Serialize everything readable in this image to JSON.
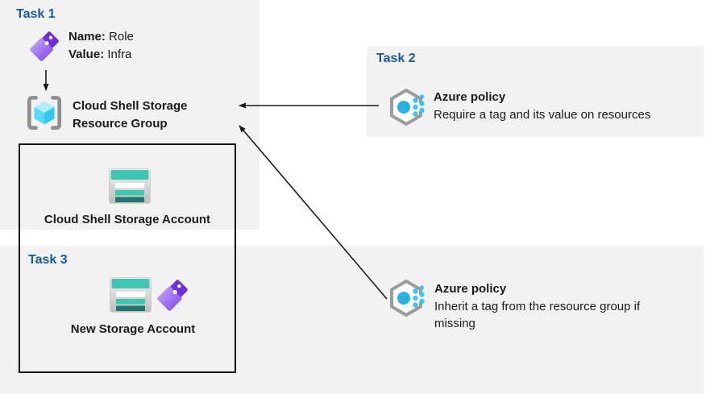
{
  "task1": {
    "label": "Task 1",
    "tag_name_label": "Name:",
    "tag_name_value": "Role",
    "tag_value_label": "Value:",
    "tag_value_value": "Infra",
    "resource_group_name": "Cloud Shell Storage Resource Group"
  },
  "task2": {
    "label": "Task 2",
    "policy_title": "Azure policy",
    "policy_description": "Require a tag and its value on resources"
  },
  "task3": {
    "label": "Task 3",
    "storage_account_name": "New Storage Account",
    "policy_title": "Azure policy",
    "policy_description": "Inherit a tag from the resource group if missing"
  },
  "resource_group_box": {
    "storage_account_name": "Cloud Shell Storage Account"
  },
  "arrows": [
    {
      "from": "tag",
      "to": "cloud-shell-storage-resource-group"
    },
    {
      "from": "task2-azure-policy",
      "to": "cloud-shell-storage-resource-group"
    },
    {
      "from": "task3-azure-policy",
      "to": "cloud-shell-storage-resource-group"
    }
  ],
  "icons": {
    "tag": "tag-icon",
    "resource_group": "resource-group-icon",
    "storage_account": "storage-account-icon",
    "azure_policy": "azure-policy-icon"
  },
  "colors": {
    "panel_bg": "#f2f2f2",
    "task_label_blue": "#1a5a9b",
    "text": "#1b1b1b",
    "arrow": "#1b1b1b",
    "box_border": "#141414",
    "tag_purple_light": "#c5a8f7",
    "tag_purple_dark": "#8248e8",
    "tag_purple_back": "#6c2ed6",
    "storage_teal": "#3ec6b3",
    "storage_teal_dark": "#20756d",
    "policy_dot_blue": "#28b2df",
    "policy_dot_light": "#42c4ea",
    "rg_cube_top": "#aeeffb",
    "rg_cube_left": "#58daf4",
    "rg_cube_right": "#33c7ef",
    "bracket_gray": "#8f8f8f",
    "hexagon_gray": "#9c9c9c"
  }
}
